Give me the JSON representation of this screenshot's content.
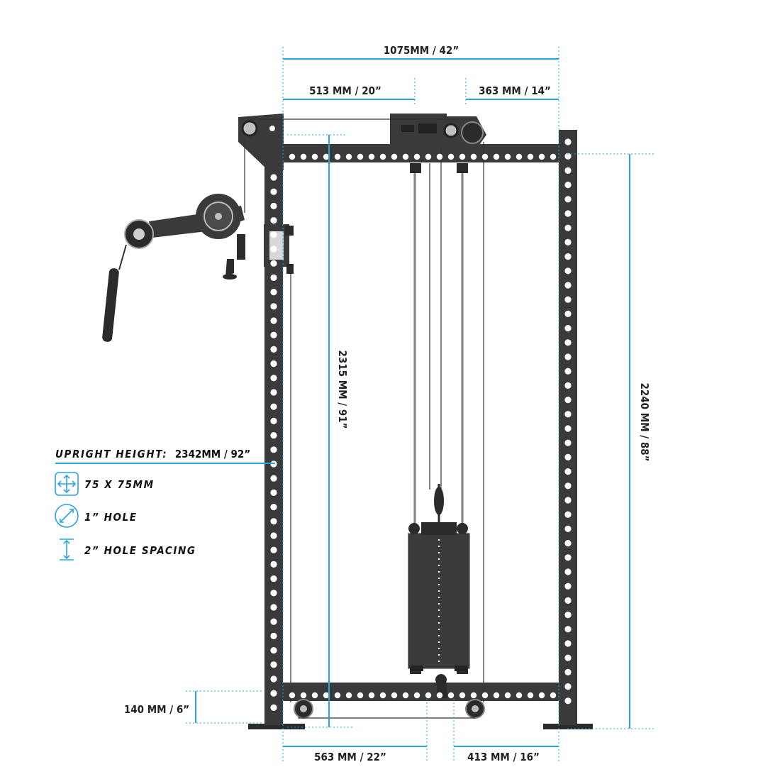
{
  "colors": {
    "accent": "#29a3dd",
    "frame": "#3a3a3a",
    "frame_dark": "#2b2b2b",
    "hole": "#ffffff",
    "text": "#222222"
  },
  "dimensions": {
    "overall_width": "1075MM / 42”",
    "top_left_offset": "513 MM / 20”",
    "top_right_offset": "363 MM / 14”",
    "inner_height": "2315 MM / 91”",
    "outer_height": "2240 MM / 88”",
    "bottom_height": "140 MM / 6”",
    "bottom_left_offset": "563 MM / 22”",
    "bottom_right_offset": "413 MM / 16”"
  },
  "legend": {
    "upright_label": "UPRIGHT HEIGHT:",
    "upright_value": "2342MM / 92”",
    "tube_size": "75 X 75MM",
    "hole_size": "1” HOLE",
    "hole_spacing": "2” HOLE SPACING"
  },
  "icons": {
    "tube": "square-arrows-icon",
    "hole": "circle-diagonal-icon",
    "spacing": "vertical-spacing-icon"
  }
}
